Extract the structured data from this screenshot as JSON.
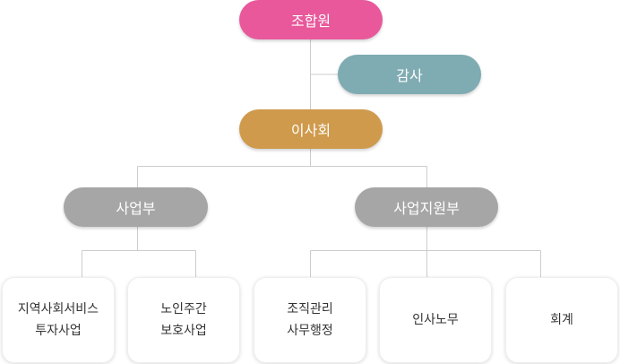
{
  "colors": {
    "union": "#e8589b",
    "audit": "#7fabb2",
    "board": "#cf9a4c",
    "dept": "#a6a6a6",
    "line": "#cccccc"
  },
  "nodes": {
    "union": "조합원",
    "audit": "감사",
    "board": "이사회",
    "business": "사업부",
    "support": "사업지원부"
  },
  "leaves": [
    {
      "line1": "지역사회서비스",
      "line2": "투자사업"
    },
    {
      "line1": "노인주간",
      "line2": "보호사업"
    },
    {
      "line1": "조직관리",
      "line2": "사무행정"
    },
    {
      "line1": "인사노무",
      "line2": ""
    },
    {
      "line1": "회계",
      "line2": ""
    }
  ]
}
